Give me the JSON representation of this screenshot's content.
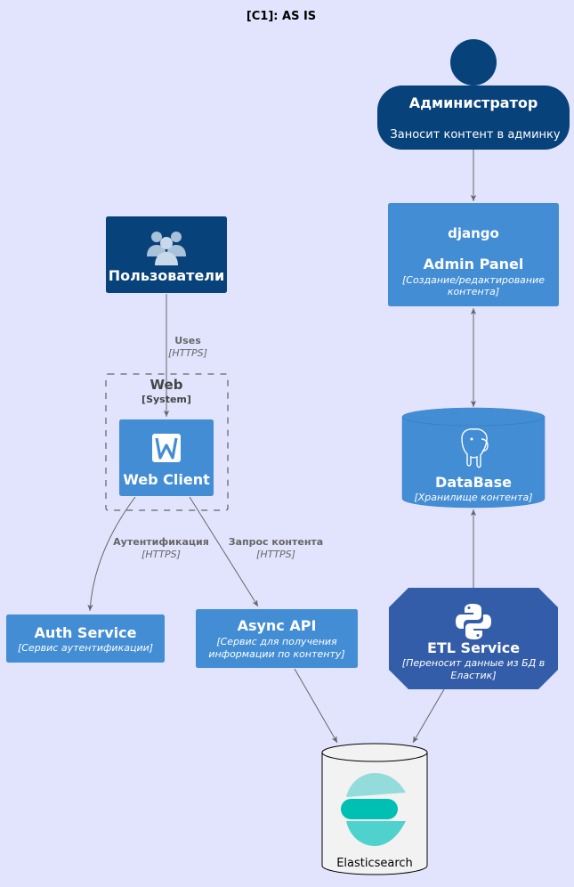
{
  "diagram": {
    "title": "[C1]: AS IS",
    "admin": {
      "name": "Администратор",
      "description": "Заносит контент в админку"
    },
    "users": {
      "name": "Пользователи"
    },
    "admin_panel": {
      "logo": "django",
      "name": "Admin Panel",
      "description_line1": "[Создание/редактирование",
      "description_line2": "контента]"
    },
    "database": {
      "name": "DataBase",
      "description": "[Хранилище контента]"
    },
    "web_boundary": {
      "name": "Web",
      "type": "[System]"
    },
    "web_client": {
      "name": "Web Client"
    },
    "auth_service": {
      "name": "Auth Service",
      "description": "[Сервис аутентификации]"
    },
    "async_api": {
      "name": "Async API",
      "description_line1": "[Сервис для получения",
      "description_line2": "информации по контенту]"
    },
    "etl_service": {
      "name": "ETL Service",
      "description_line1": "[Переносит данные из БД в",
      "description_line2": "Еластик]"
    },
    "elasticsearch": {
      "name": "Elasticsearch"
    },
    "edges": {
      "users_web": {
        "label": "Uses",
        "tech": "[HTTPS]"
      },
      "web_auth": {
        "label": "Аутентификация",
        "tech": "[HTTPS]"
      },
      "web_api": {
        "label": "Запрос контента",
        "tech": "[HTTPS]"
      }
    },
    "icons": {
      "users": "users-group-icon",
      "admin_panel": "django-logo-icon",
      "database": "postgresql-elephant-icon",
      "web_client": "webflow-logo-icon",
      "etl_service": "python-logo-icon",
      "elasticsearch": "elasticsearch-logo-icon"
    },
    "colors": {
      "background": "#e2e4fe",
      "person": "#08427b",
      "container": "#438dd5",
      "etl": "#335da8",
      "elastic_db": "#f2f2f2",
      "edge": "#666666"
    }
  }
}
